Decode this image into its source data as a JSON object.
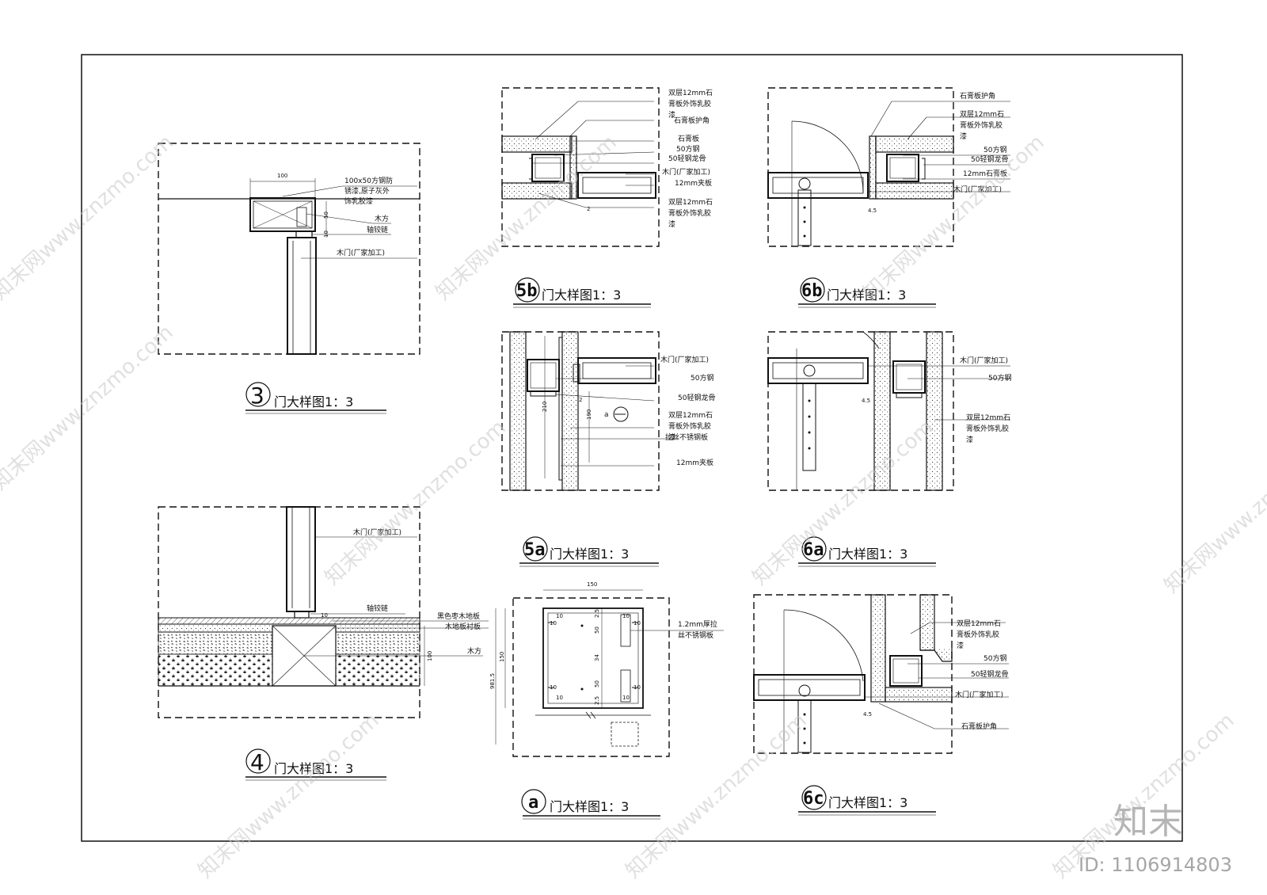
{
  "panels": {
    "p3": {
      "num": "3",
      "caption": "门大样图1：3",
      "dims": [
        "100",
        "50",
        "10"
      ],
      "labels": [
        "100x50方钢防",
        "锈漆,原子灰外",
        "饰乳胶漆",
        "木方",
        "轴铰链",
        "木门(厂家加工)"
      ]
    },
    "p4": {
      "num": "4",
      "caption": "门大样图1：3",
      "dims": [
        "10",
        "100"
      ],
      "labels": [
        "木门(厂家加工)",
        "轴铰链",
        "黑色枣木地板",
        "木地板衬板",
        "木方"
      ]
    },
    "p5b": {
      "num": "5b",
      "caption": "门大样图1：3",
      "dims": [
        "2"
      ],
      "labels": [
        "双层12mm石",
        "膏板外饰乳胶",
        "漆",
        "石膏板护角",
        "石膏板",
        "50方钢",
        "50轻钢龙骨",
        "木门(厂家加工)",
        "12mm夹板",
        "双层12mm石",
        "膏板外饰乳胶",
        "漆"
      ]
    },
    "p6b": {
      "num": "6b",
      "caption": "门大样图1：3",
      "dims": [
        "4.5"
      ],
      "labels": [
        "石膏板护角",
        "双层12mm石",
        "膏板外饰乳胶",
        "漆",
        "50方钢",
        "50轻钢龙骨",
        "12mm石膏板",
        "木门(厂家加工)"
      ]
    },
    "p5a": {
      "num": "5a",
      "caption": "门大样图1：3",
      "dims": [
        "2",
        "210",
        "190"
      ],
      "marker": "a",
      "labels": [
        "木门(厂家加工)",
        "50方钢",
        "50轻钢龙骨",
        "双层12mm石",
        "膏板外饰乳胶",
        "漆",
        "拉丝不锈钢板",
        "12mm夹板"
      ]
    },
    "p6a": {
      "num": "6a",
      "caption": "门大样图1：3",
      "dims": [
        "4.5"
      ],
      "labels": [
        "木门(厂家加工)",
        "50方钢",
        "双层12mm石",
        "膏板外饰乳胶",
        "漆"
      ]
    },
    "pa": {
      "num": "a",
      "caption": "门大样图1：3",
      "dims": [
        "150",
        "10",
        "10",
        "10",
        "10",
        "10",
        "10",
        "10",
        "10",
        "2.5",
        "50",
        "34",
        "50",
        "2.5",
        "150",
        "981.5"
      ],
      "labels": [
        "1.2mm厚拉",
        "丝不锈钢板"
      ]
    },
    "p6c": {
      "num": "6c",
      "caption": "门大样图1：3",
      "dims": [
        "4.5"
      ],
      "labels": [
        "双层12mm石",
        "膏板外饰乳胶",
        "漆",
        "50方钢",
        "50轻钢龙骨",
        "木门(厂家加工)",
        "石膏板护角"
      ]
    }
  },
  "watermark": "知末网www.znzmo.com",
  "logo": "知末",
  "id_text": "ID: 1106914803"
}
